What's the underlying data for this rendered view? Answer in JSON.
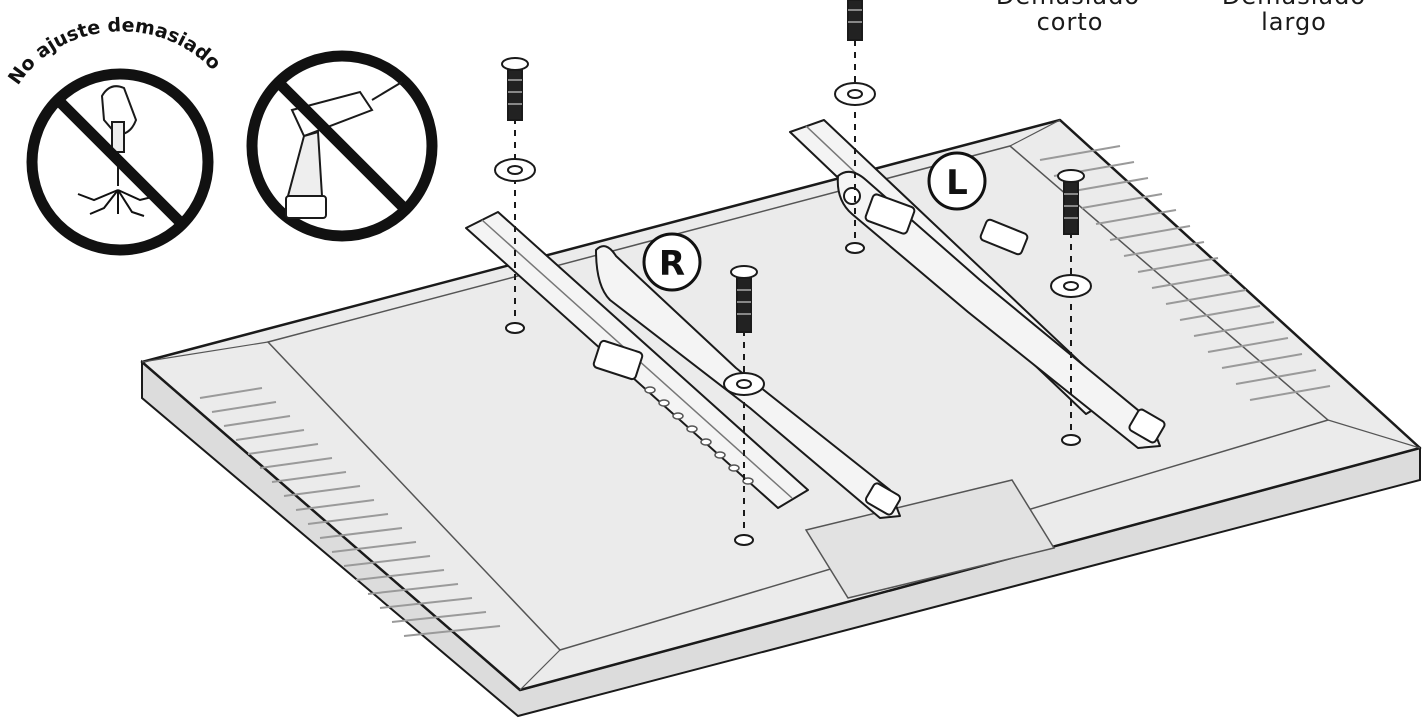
{
  "warnings": {
    "overtighten_text": "No ajuste demasiado"
  },
  "length_notes": {
    "too_short_line1": "Demasiado",
    "too_short_line2": "corto",
    "too_long_line1": "Demasiado",
    "too_long_line2": "largo"
  },
  "bracket_labels": {
    "right": "R",
    "left": "L"
  },
  "colors": {
    "line": "#1a1a1a",
    "panel": "#ebebeb",
    "panel_edge": "#dcdcdc",
    "metal": "#f4f4f4",
    "prohibit": "#111111"
  }
}
